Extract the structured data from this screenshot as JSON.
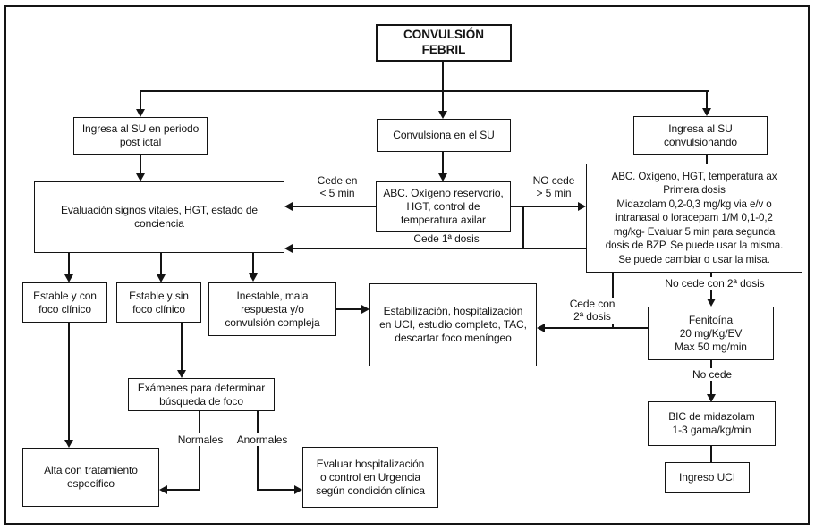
{
  "colors": {
    "line": "#141414",
    "background": "#ffffff"
  },
  "nodes": {
    "convulsion_febril": "CONVULSIÓN FEBRIL",
    "ingresa_post_ictal": "Ingresa al SU en periodo\npost ictal",
    "convulsiona_su": "Convulsiona en el SU",
    "ingresa_convulsionando": "Ingresa al SU\nconvulsionando",
    "abc_reservorio": "ABC. Oxígeno reservorio,\nHGT, control de\ntemperatura axilar",
    "abc_primera_dosis": "ABC. Oxígeno, HGT, temperatura ax\nPrimera dosis\nMidazolam 0,2-0,3 mg/kg via e/v o\nintranasal o loracepam 1/M 0,1-0,2\nmg/kg- Evaluar 5 min para segunda\ndosis de BZP. Se puede usar la misma.\nSe puede cambiar o usar la misa.",
    "evaluacion": "Evaluación signos vitales, HGT, estado de\nconciencia",
    "estable_con_foco": "Estable y con\nfoco clínico",
    "estable_sin_foco": "Estable y sin\nfoco clínico",
    "inestable": "Inestable, mala\nrespuesta y/o\nconvulsión compleja",
    "estabilizacion": "Estabilización, hospitalización\nen UCI, estudio completo, TAC,\ndescartar foco meníngeo",
    "fenitoina": "Fenitoína\n20 mg/Kg/EV\nMax 50 mg/min",
    "bic_midazolam": "BIC de midazolam\n1-3 gama/kg/min",
    "ingreso_uci": "Ingreso UCI",
    "examenes": "Exámenes para determinar\nbúsqueda de foco",
    "alta": "Alta con tratamiento\nespecífico",
    "evaluar_hospitalizacion": "Evaluar hospitalización\no control en Urgencia\nsegún condición clínica"
  },
  "edge_labels": {
    "cede_5min": "Cede en\n< 5 min",
    "no_cede_5min": "NO cede\n> 5 min",
    "cede_1a_dosis": "Cede 1ª dosis",
    "no_cede_2a_dosis": "No cede con 2ª dosis",
    "cede_con_2a_dosis": "Cede con\n2ª dosis",
    "no_cede": "No cede",
    "normales": "Normales",
    "anormales": "Anormales"
  }
}
